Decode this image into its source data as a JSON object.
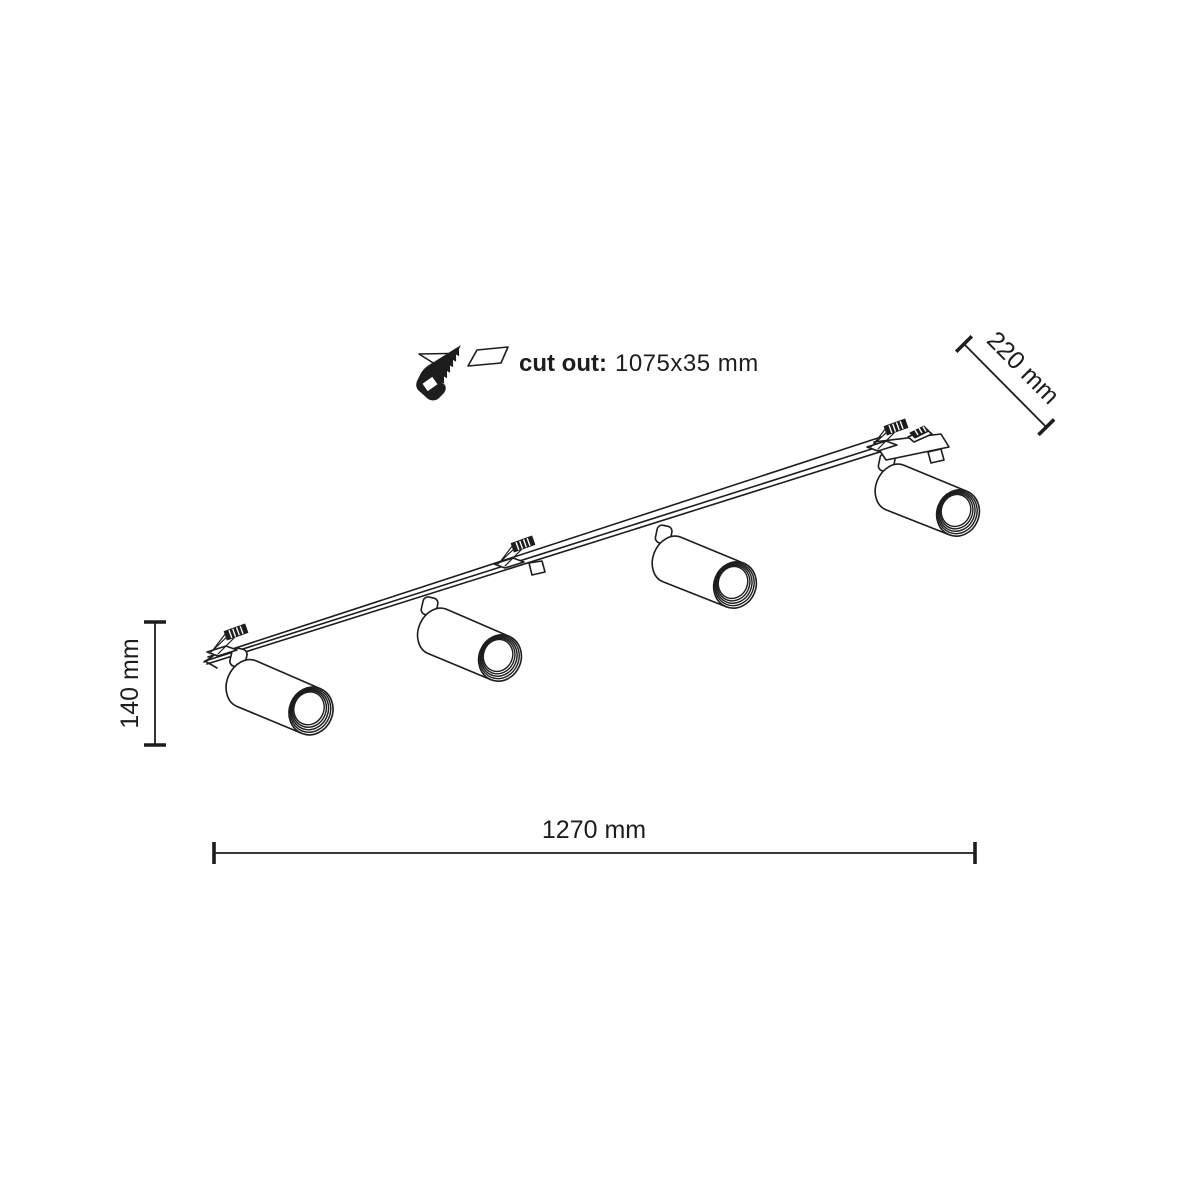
{
  "colors": {
    "ink": "#1d1d1b",
    "background": "#ffffff"
  },
  "cutout": {
    "icon": "saw-icon",
    "label": "cut out:",
    "value": "1075x35 mm"
  },
  "dimensions": {
    "length": "1270 mm",
    "height": "140 mm",
    "depth": "220 mm"
  },
  "drawing": {
    "kind": "technical line drawing",
    "spotlight_count": 4,
    "mounting_clip_count": 3
  }
}
